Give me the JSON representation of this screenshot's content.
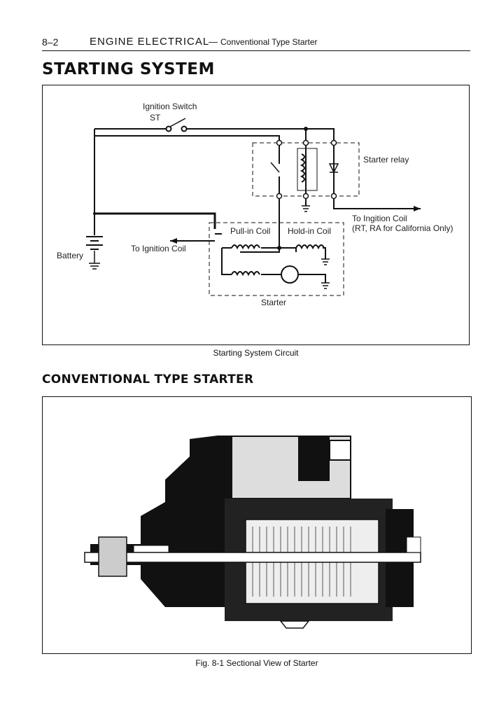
{
  "header": {
    "page_number": "8–2",
    "section": "ENGINE ELECTRICAL",
    "dash": "—",
    "subsection": "Conventional Type Starter"
  },
  "starting_system": {
    "heading": "STARTING SYSTEM",
    "labels": {
      "ignition_switch": "Ignition Switch",
      "st": "ST",
      "starter_relay": "Starter relay",
      "to_ignition_coil_right": "To Ingition Coil",
      "rt_ra_note": "(RT, RA for California Only)",
      "pull_in_coil": "Pull-in Coil",
      "hold_in_coil": "Hold-in Coil",
      "to_ignition_coil_left": "To Ignition Coil",
      "battery": "Battery",
      "starter": "Starter"
    },
    "caption": "Starting System Circuit"
  },
  "conventional_starter": {
    "heading": "CONVENTIONAL TYPE STARTER",
    "caption": "Fig. 8-1 Sectional View of Starter"
  }
}
